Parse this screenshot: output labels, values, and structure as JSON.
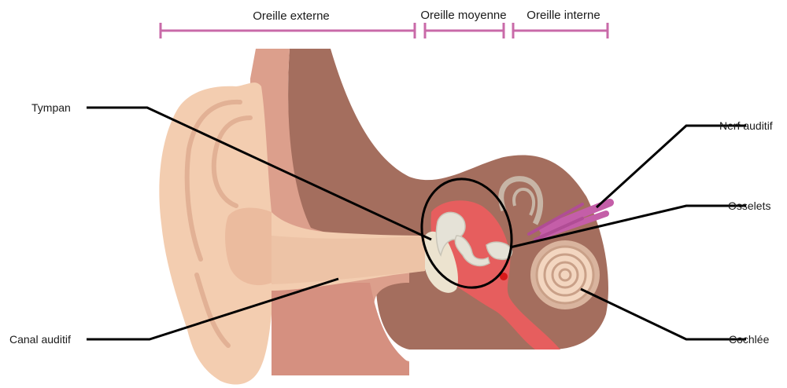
{
  "sections": {
    "external": "Oreille externe",
    "middle": "Oreille moyenne",
    "internal": "Oreille interne"
  },
  "labels": {
    "tympan": "Tympan",
    "canal": "Canal auditif",
    "nerf": "Nerf auditif",
    "osselets": "Osselets",
    "cochlee": "Cochlée"
  },
  "colors": {
    "bracket": "#c96aa8",
    "skin": "#f3cdb0",
    "skin_shadow": "#e2b195",
    "flesh": "#dc9f8c",
    "bone": "#a46e5e",
    "middle_ear": "#e65e5e",
    "ossicles": "#e5e2d7",
    "nerve": "#c45ea8",
    "leader": "#000000"
  }
}
